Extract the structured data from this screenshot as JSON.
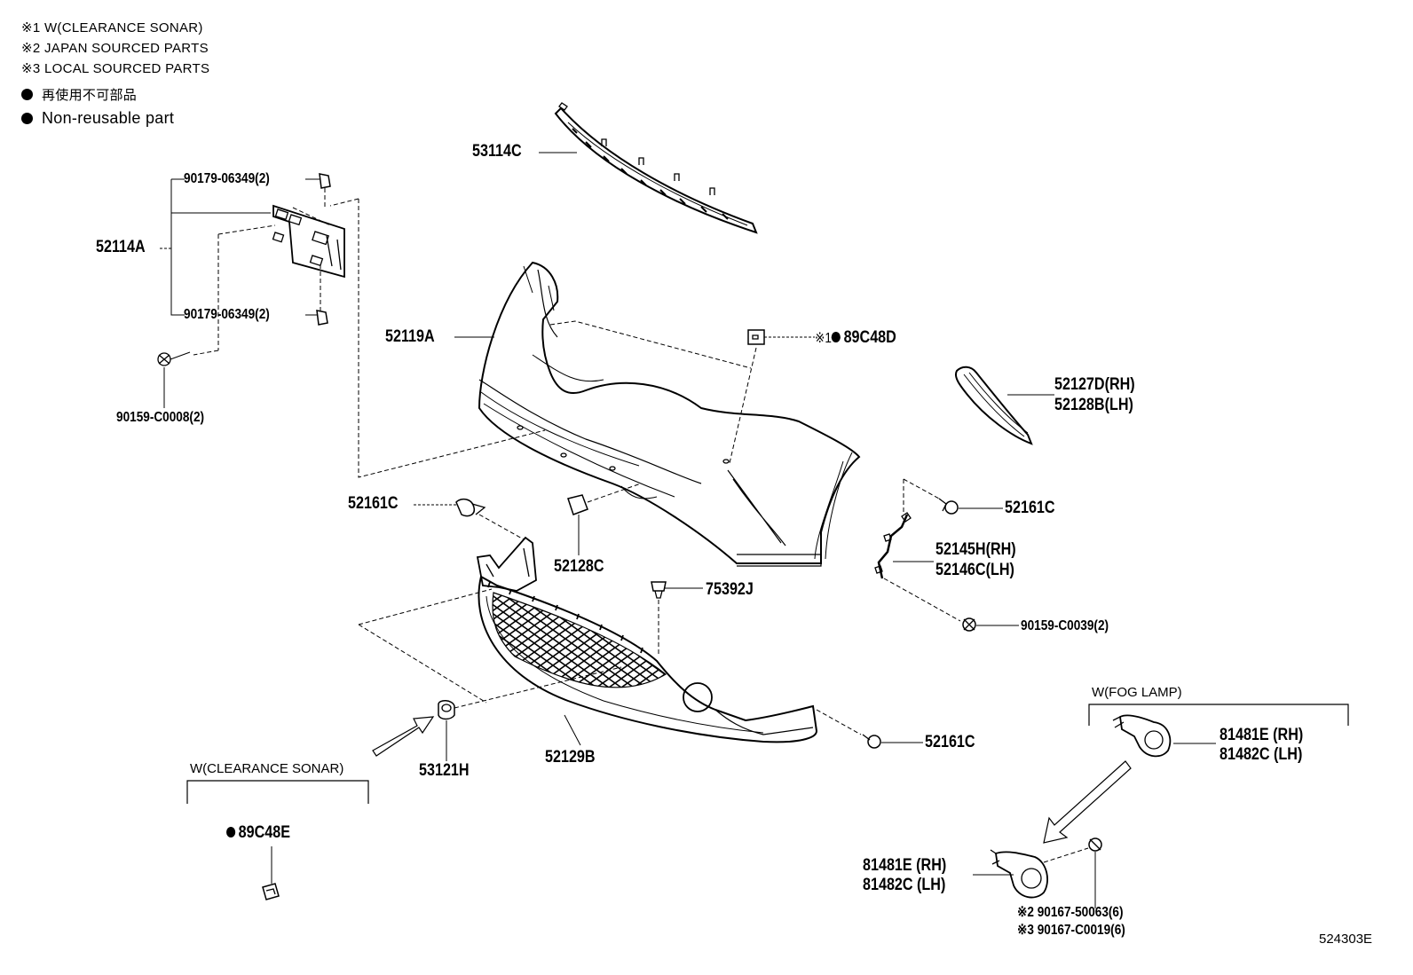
{
  "legend": {
    "note1": "※1 W(CLEARANCE SONAR)",
    "note2": "※2 JAPAN SOURCED PARTS",
    "note3": "※3 LOCAL SOURCED PARTS",
    "nonreusable_jp": "再使用不可部品",
    "nonreusable_en": "Non-reusable part"
  },
  "parts": {
    "p53114C": "53114C",
    "p90179_top": "90179-06349(2)",
    "p52114A": "52114A",
    "p90179_bottom": "90179-06349(2)",
    "p90159_C0008": "90159-C0008(2)",
    "p52119A": "52119A",
    "p89C48D_mark": "※1",
    "p89C48D": "89C48D",
    "p52127D": "52127D(RH)",
    "p52128B": "52128B(LH)",
    "p52161C_left": "52161C",
    "p52128C": "52128C",
    "p52161C_right": "52161C",
    "p52145H": "52145H(RH)",
    "p52146C": "52146C(LH)",
    "p75392J": "75392J",
    "p90159_C0039": "90159-C0039(2)",
    "p53121H": "53121H",
    "p52129B": "52129B",
    "p52161C_bottom": "52161C",
    "p89C48E": "89C48E",
    "p81481E_top": "81481E (RH)",
    "p81482C_top": "81482C (LH)",
    "p81481E_bottom": "81481E (RH)",
    "p81482C_bottom": "81482C (LH)",
    "p90167_50063": "※2 90167-50063(6)",
    "p90167_C0019": "※3 90167-C0019(6)"
  },
  "conditions": {
    "clearance_sonar": "W(CLEARANCE SONAR)",
    "fog_lamp": "W(FOG LAMP)"
  },
  "diagram_code": "524303E"
}
